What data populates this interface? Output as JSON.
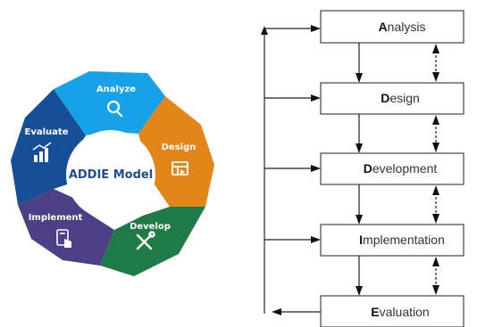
{
  "wheel": {
    "center_title": "ADDIE Model",
    "segments": [
      {
        "label": "Analyze",
        "icon": "magnifier-icon",
        "color": "#17a2e8"
      },
      {
        "label": "Design",
        "icon": "layout-icon",
        "color": "#e2861a"
      },
      {
        "label": "Develop",
        "icon": "tools-icon",
        "color": "#1e7a47"
      },
      {
        "label": "Implement",
        "icon": "tablet-touch-icon",
        "color": "#4d3f86"
      },
      {
        "label": "Evaluate",
        "icon": "bar-chart-icon",
        "color": "#174f96"
      }
    ]
  },
  "flow": {
    "stages": [
      {
        "initial": "A",
        "rest": "nalysis"
      },
      {
        "initial": "D",
        "rest": "esign"
      },
      {
        "initial": "D",
        "rest": "evelopment"
      },
      {
        "initial": "I",
        "rest": "mplementation"
      },
      {
        "initial": "E",
        "rest": "valuation"
      }
    ]
  }
}
